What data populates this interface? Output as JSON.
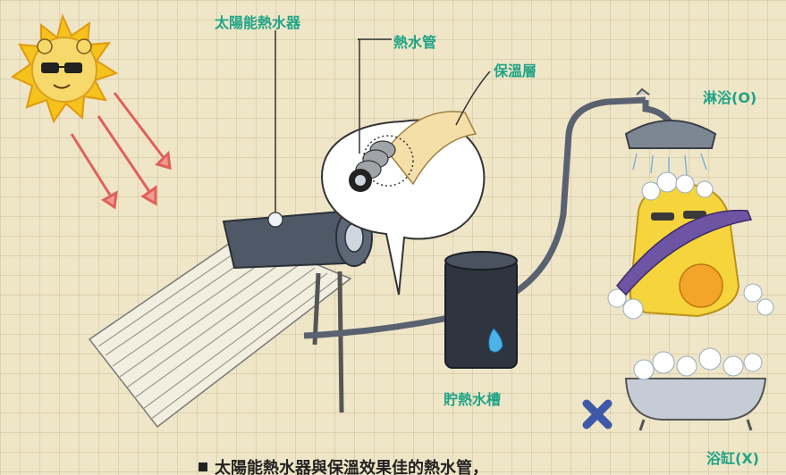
{
  "labels": {
    "heater": "太陽能熱水器",
    "hot_pipe": "熱水管",
    "insulation": "保溫層",
    "shower": "淋浴(O)",
    "tank": "貯熱水槽",
    "bathtub": "浴缸(X)"
  },
  "caption": {
    "text": "太陽能熱水器與保溫效果佳的熱水管，"
  },
  "colors": {
    "label": "#1fa386",
    "background": "#efe6c8"
  }
}
